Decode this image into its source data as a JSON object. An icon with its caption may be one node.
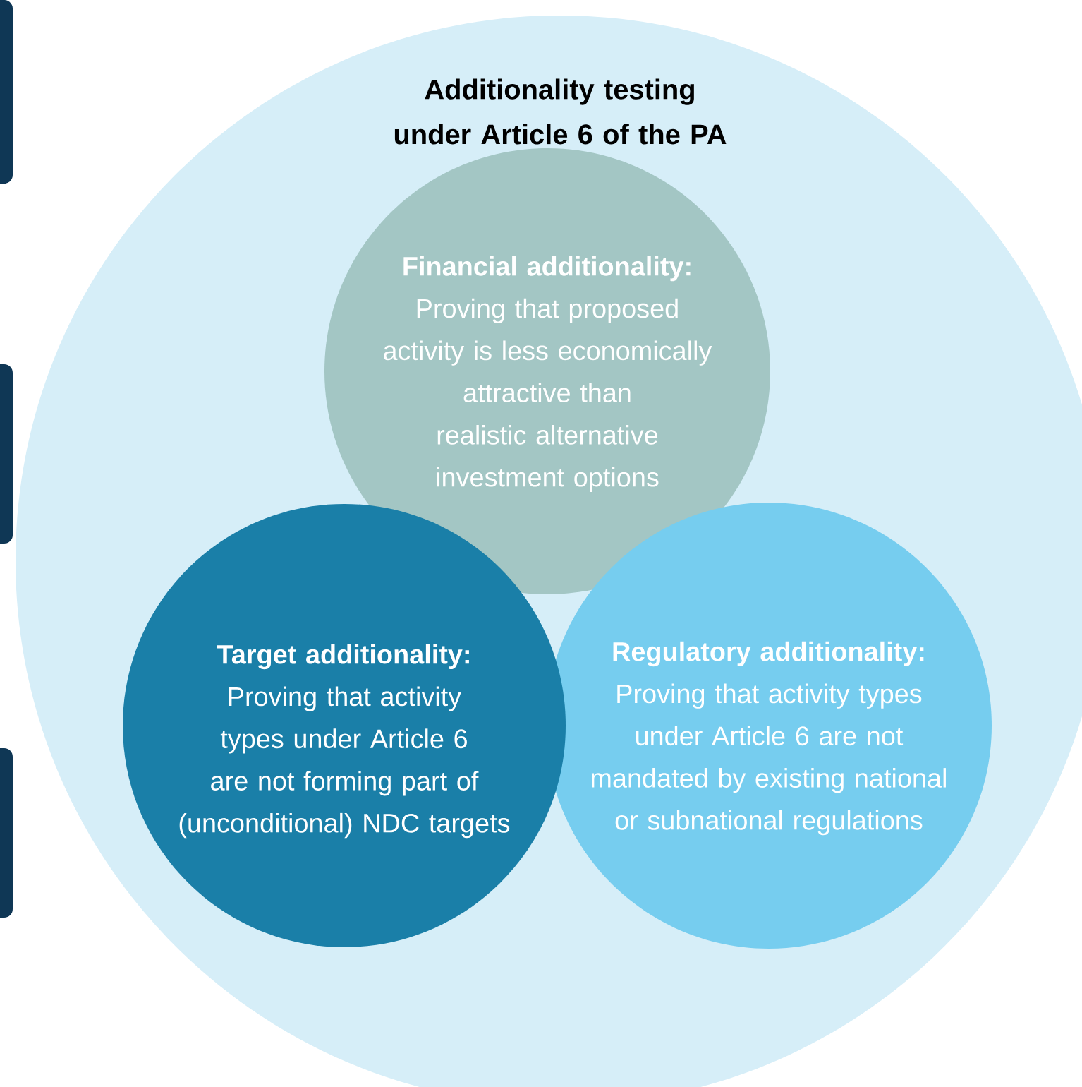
{
  "diagram": {
    "nodes": [
      {
        "text": [
          "Additionality testing under Article 6 of the PA"
        ]
      },
      {
        "text": [
          "Financial  additionality:",
          "Proving that proposed activity is less economically attractive than realistic alternative investment options"
        ],
        "in": 0
      },
      {
        "text": [
          "Target additionality:",
          "Proving that activity types under Article 6 are not forming part of (unconditional) NDC targets"
        ],
        "in": 0
      },
      {
        "text": [
          "Regulatory additionality:",
          "Proving that activity types under Article 6 are not mandated by existing national or subnational regulations"
        ],
        "in": 0
      }
    ]
  }
}
